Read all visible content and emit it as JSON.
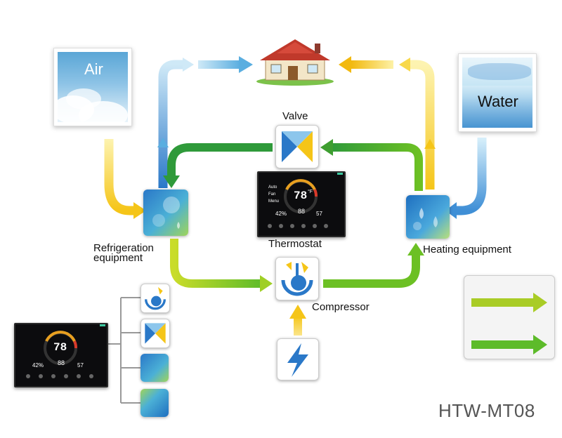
{
  "labels": {
    "air": "Air",
    "water": "Water",
    "valve": "Valve",
    "thermostat": "Thermostat",
    "compressor": "Compressor",
    "refrigeration_line1": "Refrigeration",
    "refrigeration_line2": "equipment",
    "heating": "Heating equipment",
    "model": "HTW-MT08"
  },
  "thermostat_display": {
    "temp": "78",
    "unit": "°F",
    "humidity": "42%",
    "set_temp": "88",
    "time": "57"
  },
  "colors": {
    "green": "#6cc024",
    "yellow": "#f5c518",
    "blue_light": "#bfe3f5",
    "blue_dark": "#2a78c8"
  },
  "icons": [
    "house-icon",
    "valve-icon",
    "compressor-icon",
    "power-icon",
    "refrigeration-icon",
    "heating-icon"
  ]
}
